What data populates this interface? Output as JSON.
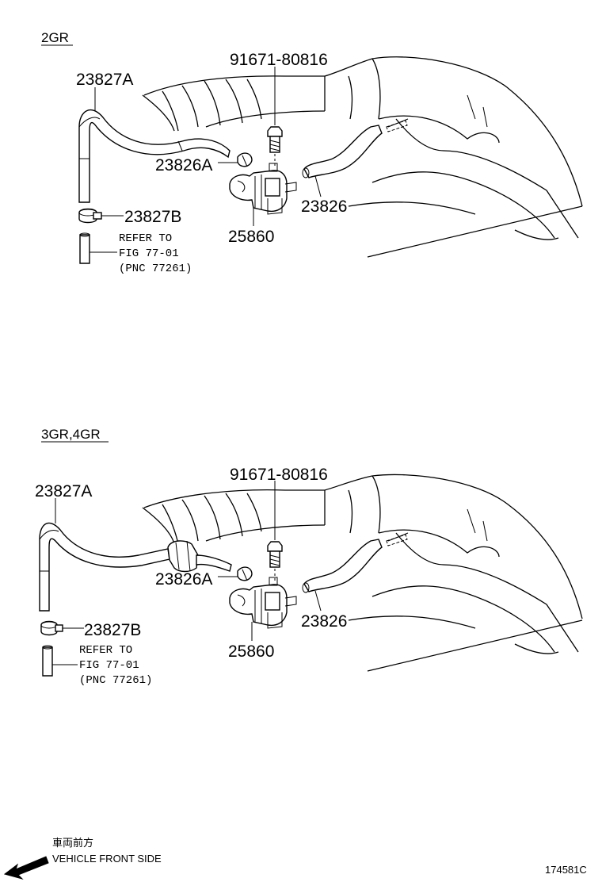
{
  "sections": [
    {
      "title": "2GR",
      "labels": {
        "bolt": "91671-80816",
        "hose_upper": "23827A",
        "clamp": "23826A",
        "hose_right": "23826",
        "clip": "23827B",
        "valve": "25860",
        "refer_line1": "REFER TO",
        "refer_line2": "FIG 77-01",
        "refer_line3": "(PNC 77261)"
      }
    },
    {
      "title": "3GR,4GR",
      "labels": {
        "bolt": "91671-80816",
        "hose_upper": "23827A",
        "clamp": "23826A",
        "hose_right": "23826",
        "clip": "23827B",
        "valve": "25860",
        "refer_line1": "REFER TO",
        "refer_line2": "FIG 77-01",
        "refer_line3": "(PNC 77261)"
      }
    }
  ],
  "footer": {
    "direction_jp": "車両前方",
    "direction_en": "VEHICLE FRONT SIDE",
    "figure_id": "174581C"
  },
  "icons": [
    "front-direction-arrow-icon"
  ]
}
